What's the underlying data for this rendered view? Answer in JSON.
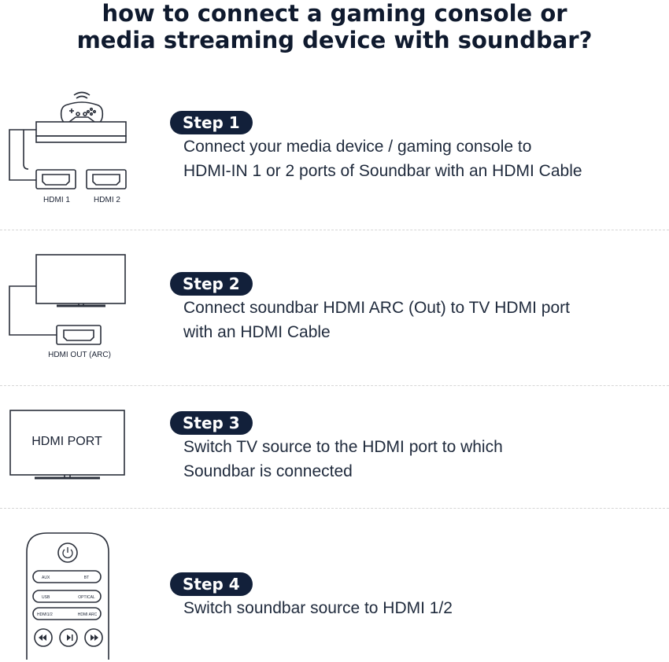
{
  "header": {
    "title_line1": "how to connect a gaming console or",
    "title_line2": "media streaming device with soundbar?"
  },
  "steps": [
    {
      "badge": "Step 1",
      "lines": [
        "Connect your media device / gaming console to",
        "HDMI-IN 1 or 2 ports of Soundbar with an HDMI Cable"
      ],
      "illustration": {
        "port_label_1": "HDMI 1",
        "port_label_2": "HDMI 2"
      }
    },
    {
      "badge": "Step 2",
      "lines": [
        "Connect soundbar HDMI ARC (Out) to TV HDMI port",
        "with an HDMI Cable"
      ],
      "illustration": {
        "port_label": "HDMI OUT (ARC)"
      }
    },
    {
      "badge": "Step 3",
      "lines": [
        "Switch TV source to the HDMI port to which",
        "Soundbar is connected"
      ],
      "illustration": {
        "screen_text": "HDMI PORT"
      }
    },
    {
      "badge": "Step 4",
      "lines": [
        "Switch soundbar source to HDMI 1/2"
      ],
      "illustration": {
        "remote_buttons": [
          "AUX",
          "BT",
          "USB",
          "OPTICAL",
          "HDMI1/2",
          "HDMI ARC"
        ]
      }
    }
  ],
  "colors": {
    "badge_bg": "#12203a",
    "text": "#1f2a3c",
    "line_art": "#2a2f3a",
    "divider": "#d6d6d6"
  }
}
